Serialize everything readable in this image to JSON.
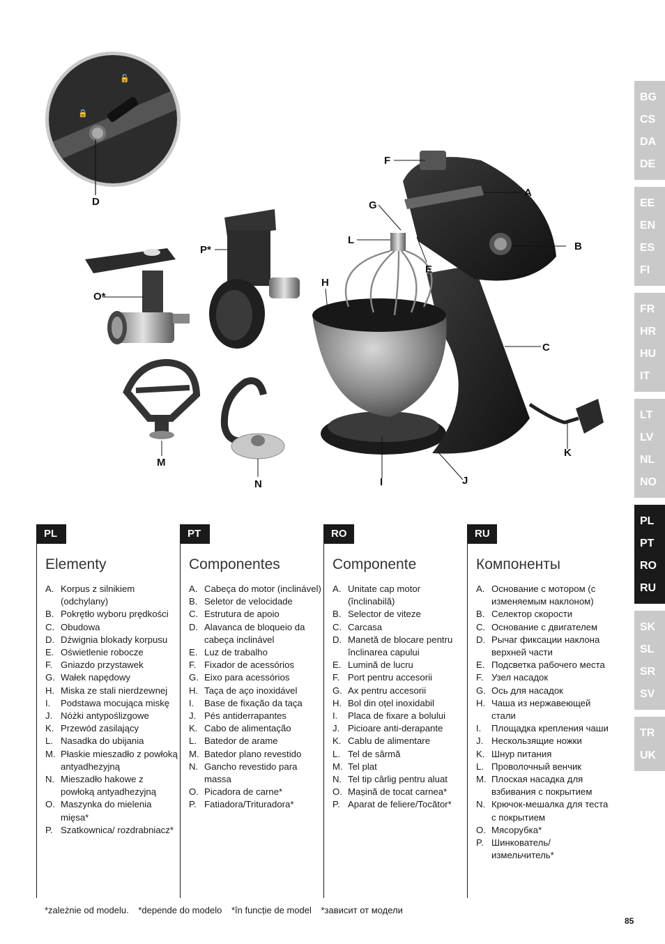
{
  "language_tabs": [
    {
      "items": [
        "BG",
        "CS",
        "DA",
        "DE"
      ],
      "active": false
    },
    {
      "items": [
        "EE",
        "EN",
        "ES",
        "FI"
      ],
      "active": false
    },
    {
      "items": [
        "FR",
        "HR",
        "HU",
        "IT"
      ],
      "active": false
    },
    {
      "items": [
        "LT",
        "LV",
        "NL",
        "NO"
      ],
      "active": false
    },
    {
      "items": [
        "PL",
        "PT",
        "RO",
        "RU"
      ],
      "active": true
    },
    {
      "items": [
        "SK",
        "SL",
        "SR",
        "SV"
      ],
      "active": false
    },
    {
      "items": [
        "TR",
        "UK"
      ],
      "active": false
    }
  ],
  "figure_labels": {
    "A": "A",
    "B": "B",
    "C": "C",
    "D": "D",
    "E": "E",
    "F": "F",
    "G": "G",
    "H": "H",
    "I": "I",
    "J": "J",
    "K": "K",
    "L": "L",
    "M": "M",
    "N": "N",
    "O": "O*",
    "P": "P*"
  },
  "columns": [
    {
      "code": "PL",
      "heading": "Elementy",
      "items": [
        [
          "A.",
          "Korpus z silnikiem (odchylany)"
        ],
        [
          "B.",
          "Pokrętło wyboru prędkości"
        ],
        [
          "C.",
          "Obudowa"
        ],
        [
          "D.",
          "Dźwignia blokady korpusu"
        ],
        [
          "E.",
          "Oświetlenie robocze"
        ],
        [
          "F.",
          "Gniazdo przystawek"
        ],
        [
          "G.",
          "Wałek napędowy"
        ],
        [
          "H.",
          "Miska ze stali nierdzewnej"
        ],
        [
          "I.",
          "Podstawa mocująca miskę"
        ],
        [
          "J.",
          "Nóżki antypoślizgowe"
        ],
        [
          "K.",
          "Przewód zasilający"
        ],
        [
          "L.",
          "Nasadka do ubijania"
        ],
        [
          "M.",
          "Płaskie mieszadło z powłoką antyadhezyjną"
        ],
        [
          "N.",
          "Mieszadło hakowe z powłoką antyadhezyjną"
        ],
        [
          "O.",
          "Maszynka do mielenia mięsa*"
        ],
        [
          "P.",
          "Szatkownica/ rozdrabniacz*"
        ]
      ]
    },
    {
      "code": "PT",
      "heading": "Componentes",
      "items": [
        [
          "A.",
          "Cabeça do motor (inclinável)"
        ],
        [
          "B.",
          "Seletor de velocidade"
        ],
        [
          "C.",
          "Estrutura de apoio"
        ],
        [
          "D.",
          "Alavanca de bloqueio da cabeça inclinável"
        ],
        [
          "E.",
          "Luz de trabalho"
        ],
        [
          "F.",
          "Fixador de acessórios"
        ],
        [
          "G.",
          "Eixo para acessórios"
        ],
        [
          "H.",
          "Taça de aço inoxidável"
        ],
        [
          "I.",
          "Base de fixação da taça"
        ],
        [
          "J.",
          "Pés antiderrapantes"
        ],
        [
          "K.",
          "Cabo de alimentação"
        ],
        [
          "L.",
          "Batedor de arame"
        ],
        [
          "M.",
          "Batedor plano revestido"
        ],
        [
          "N.",
          "Gancho revestido para massa"
        ],
        [
          "O.",
          "Picadora de carne*"
        ],
        [
          "P.",
          "Fatiadora/Trituradora*"
        ]
      ]
    },
    {
      "code": "RO",
      "heading": "Componente",
      "items": [
        [
          "A.",
          "Unitate cap motor (înclinabilă)"
        ],
        [
          "B.",
          "Selector de viteze"
        ],
        [
          "C.",
          "Carcasa"
        ],
        [
          "D.",
          "Manetă de blocare pentru înclinarea capului"
        ],
        [
          "E.",
          "Lumină de lucru"
        ],
        [
          "F.",
          "Port pentru accesorii"
        ],
        [
          "G.",
          "Ax pentru accesorii"
        ],
        [
          "H.",
          "Bol din oțel inoxidabil"
        ],
        [
          "I.",
          "Placa de fixare a bolului"
        ],
        [
          "J.",
          "Picioare anti-derapante"
        ],
        [
          "K.",
          "Cablu de alimentare"
        ],
        [
          "L.",
          "Tel de sârmă"
        ],
        [
          "M.",
          "Tel plat"
        ],
        [
          "N.",
          "Tel tip cârlig pentru aluat"
        ],
        [
          "O.",
          "Mașină de tocat carnea*"
        ],
        [
          "P.",
          "Aparat de feliere/Tocător*"
        ]
      ]
    },
    {
      "code": "RU",
      "heading": "Компоненты",
      "items": [
        [
          "A.",
          "Основание с мотором (с изменяемым наклоном)"
        ],
        [
          "B.",
          "Селектор скорости"
        ],
        [
          "C.",
          "Основание с двигателем"
        ],
        [
          "D.",
          "Рычаг фиксации наклона верхней части"
        ],
        [
          "E.",
          "Подсветка рабочего места"
        ],
        [
          "F.",
          "Узел насадок"
        ],
        [
          "G.",
          "Ось для насадок"
        ],
        [
          "H.",
          "Чаша из нержавеющей стали"
        ],
        [
          "I.",
          "Площадка крепления чаши"
        ],
        [
          "J.",
          "Нескользящие ножки"
        ],
        [
          "K.",
          "Шнур питания"
        ],
        [
          "L.",
          "Проволочный венчик"
        ],
        [
          "M.",
          "Плоская насадка для взбивания с покрытием"
        ],
        [
          "N.",
          "Крючок-мешалка для теста с покрытием"
        ],
        [
          "O.",
          "Мясорубка*"
        ],
        [
          "P.",
          "Шинкователь/ измельчитель*"
        ]
      ]
    }
  ],
  "footnotes": [
    "*zależnie od modelu.",
    "*depende do modelo",
    "*în funcție de model",
    "*зависит от модели"
  ],
  "page_number": "85"
}
